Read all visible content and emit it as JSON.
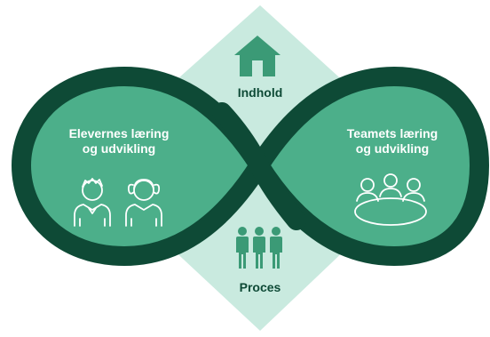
{
  "diagram": {
    "top_label": "Indhold",
    "bottom_label": "Proces",
    "left_loop": {
      "line1": "Elevernes læring",
      "line2": "og udvikling"
    },
    "right_loop": {
      "line1": "Teamets læring",
      "line2": "og udvikling"
    }
  },
  "colors": {
    "diamond": "#c9eadf",
    "loop_fill": "#4caf8a",
    "loop_stroke": "#0e4a36",
    "label_dark": "#0e4a36",
    "icon_light": "#ffffff",
    "icon_dark": "#3b9a76"
  },
  "icons": {
    "top": "house-icon",
    "bottom": "team-standing-icon",
    "left": "students-icon",
    "right": "meeting-table-icon"
  }
}
